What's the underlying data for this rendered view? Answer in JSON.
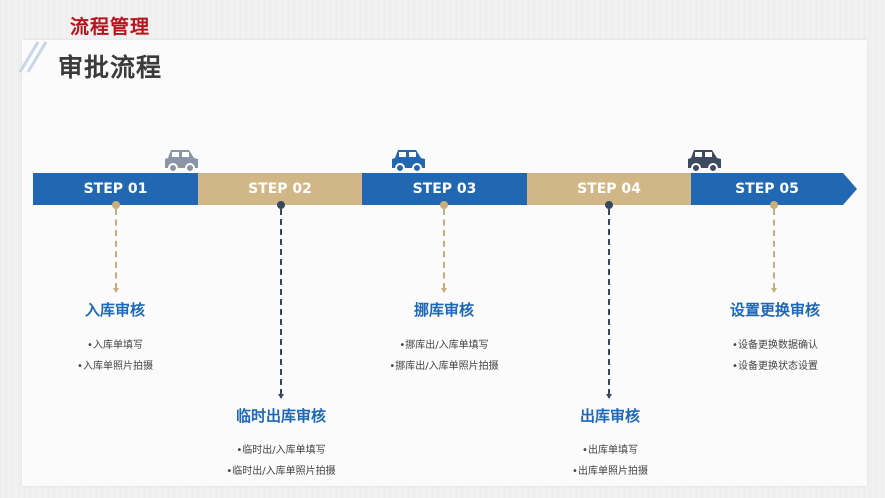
{
  "header": {
    "section_title": "流程管理",
    "page_title": "审批流程"
  },
  "colors": {
    "blue": "#2167b1",
    "gold": "#d1b787",
    "dark": "#39475c",
    "title_red": "#b8121b",
    "step_title": "#1e68b8"
  },
  "steps": [
    {
      "label": "STEP 01",
      "title": "入库审核",
      "items": [
        "•入库单填写",
        "•入库单照片拍摄"
      ]
    },
    {
      "label": "STEP  02",
      "title": "临时出库审核",
      "items": [
        "•临时出/入库单填写",
        "•临时出/入库单照片拍摄"
      ]
    },
    {
      "label": "STEP  03",
      "title": "挪库审核",
      "items": [
        "•挪库出/入库单填写",
        "•挪库出/入库单照片拍摄"
      ]
    },
    {
      "label": "STEP  04",
      "title": "出库审核",
      "items": [
        "•出库单填写",
        "•出库单照片拍摄"
      ]
    },
    {
      "label": "STEP  05",
      "title": "设置更换审核",
      "items": [
        "•设备更换数据确认",
        "•设备更换状态设置"
      ]
    }
  ]
}
